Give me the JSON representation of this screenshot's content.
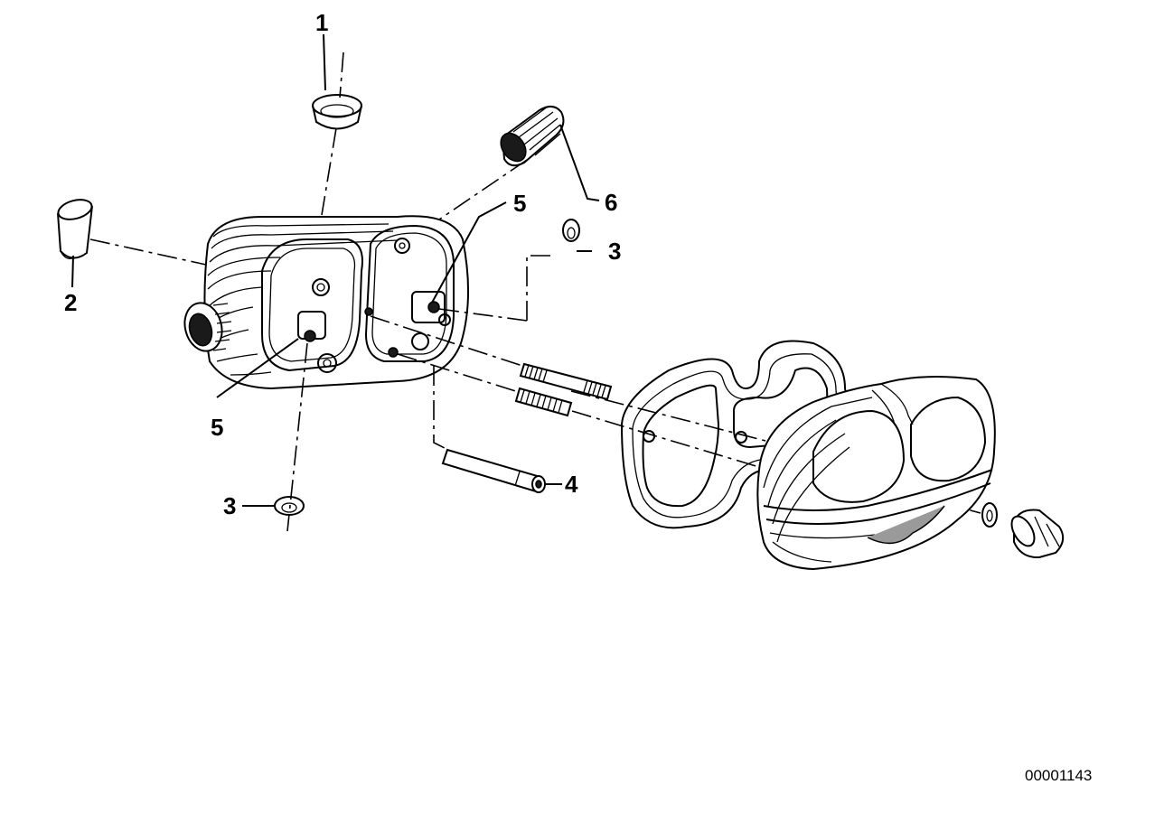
{
  "callouts": [
    {
      "id": "1",
      "label": "1"
    },
    {
      "id": "2",
      "label": "2"
    },
    {
      "id": "3a",
      "label": "3"
    },
    {
      "id": "3b",
      "label": "3"
    },
    {
      "id": "4",
      "label": "4"
    },
    {
      "id": "5a",
      "label": "5"
    },
    {
      "id": "5b",
      "label": "5"
    },
    {
      "id": "6",
      "label": "6"
    }
  ],
  "drawing_number": "00001143"
}
